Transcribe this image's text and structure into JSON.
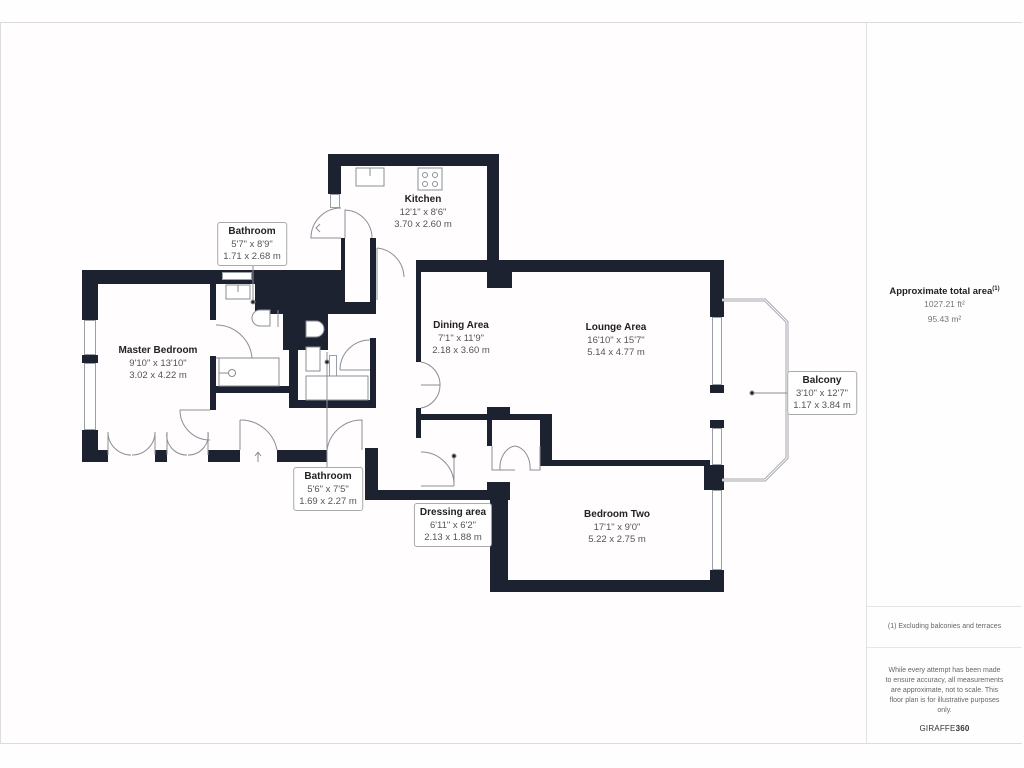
{
  "floorplan": {
    "wall_color": "#1c2230",
    "rooms": [
      {
        "name": "Kitchen",
        "imperial": "12'1\" x 8'6\"",
        "metric": "3.70 x 2.60 m"
      },
      {
        "name": "Bathroom",
        "imperial": "5'7\" x 8'9\"",
        "metric": "1.71 x 2.68 m"
      },
      {
        "name": "Master Bedroom",
        "imperial": "9'10\" x 13'10\"",
        "metric": "3.02 x 4.22 m"
      },
      {
        "name": "Dining Area",
        "imperial": "7'1\" x 11'9\"",
        "metric": "2.18 x 3.60 m"
      },
      {
        "name": "Lounge Area",
        "imperial": "16'10\" x 15'7\"",
        "metric": "5.14 x 4.77 m"
      },
      {
        "name": "Balcony",
        "imperial": "3'10\" x 12'7\"",
        "metric": "1.17 x 3.84 m"
      },
      {
        "name": "Bathroom",
        "imperial": "5'6\" x 7'5\"",
        "metric": "1.69 x 2.27 m"
      },
      {
        "name": "Dressing area",
        "imperial": "6'11\" x 6'2\"",
        "metric": "2.13 x 1.88 m"
      },
      {
        "name": "Bedroom Two",
        "imperial": "17'1\" x 9'0\"",
        "metric": "5.22 x 2.75 m"
      }
    ]
  },
  "sidebar": {
    "area_title": "Approximate total area",
    "area_footnote_mark": "(1)",
    "area_ft2": "1027.21 ft²",
    "area_m2": "95.43 m²",
    "footnote": "(1) Excluding balconies and terraces",
    "disclaimer": "While every attempt has been made to ensure accuracy, all measurements are approximate, not to scale. This floor plan is for illustrative purposes only.",
    "brand_prefix": "GIRAFFE",
    "brand_suffix": "360"
  }
}
